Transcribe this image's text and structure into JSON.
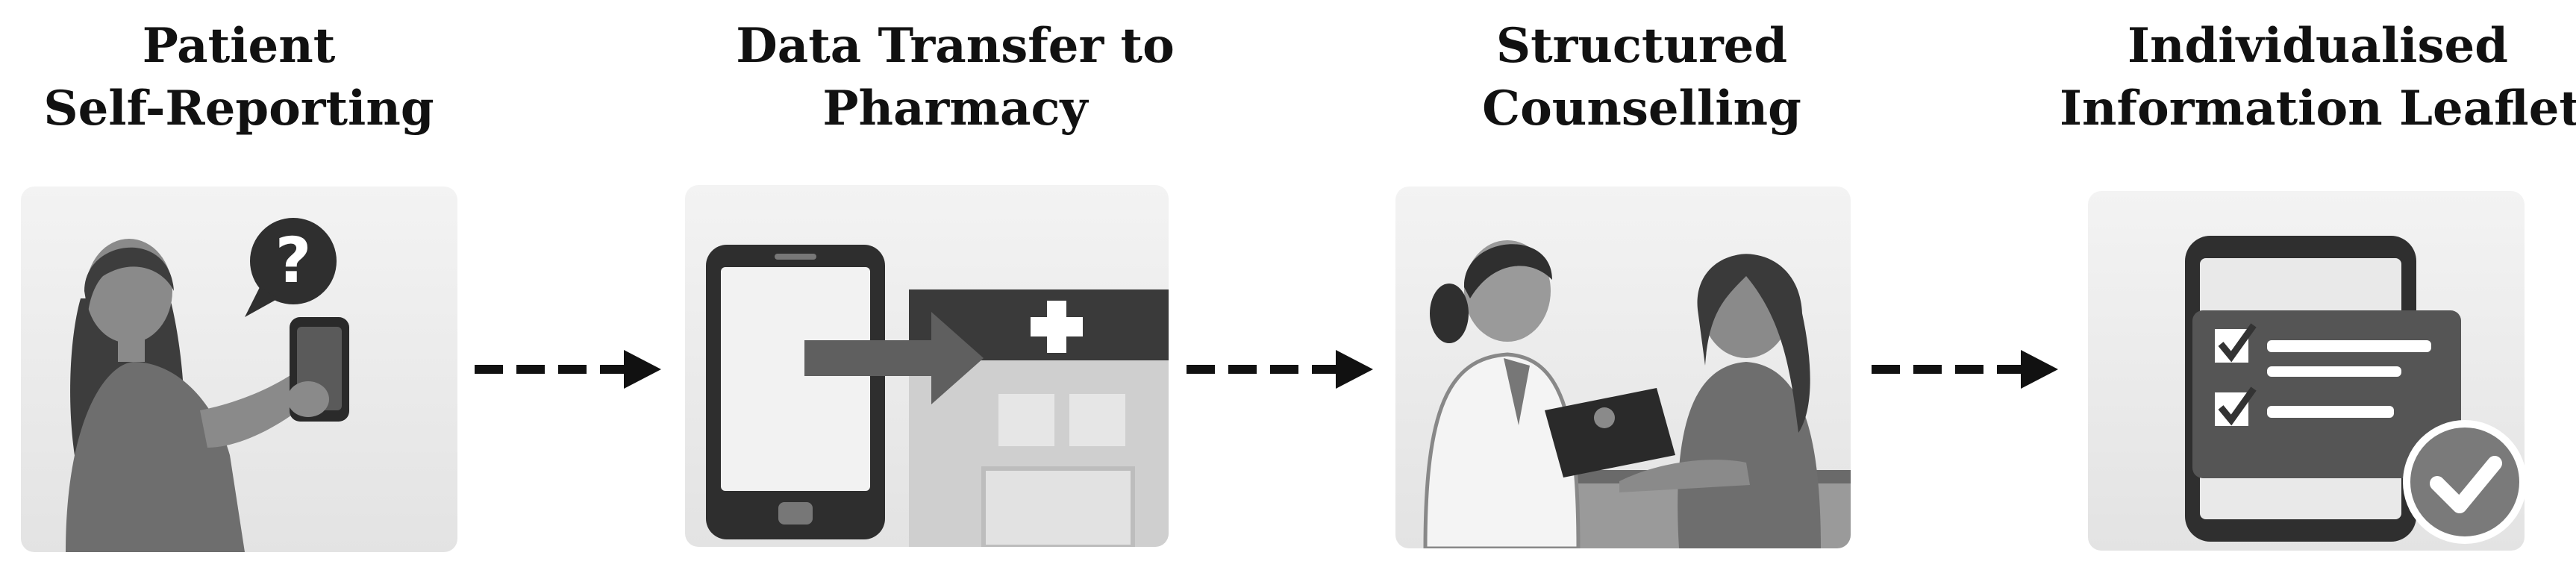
{
  "steps": [
    {
      "id": "self-reporting",
      "title_line1": "Patient",
      "title_line2": "Self-Reporting",
      "icon": "patient-with-phone-question-icon"
    },
    {
      "id": "data-transfer",
      "title_line1": "Data Transfer to",
      "title_line2": "Pharmacy",
      "icon": "phone-to-pharmacy-icon"
    },
    {
      "id": "counselling",
      "title_line1": "Structured",
      "title_line2": "Counselling",
      "icon": "pharmacist-counselling-patient-icon"
    },
    {
      "id": "leaflet",
      "title_line1": "Individualised",
      "title_line2": "Information Leaflet",
      "icon": "checklist-leaflet-icon"
    }
  ],
  "connectors": [
    "dashed-arrow",
    "dashed-arrow",
    "dashed-arrow"
  ]
}
